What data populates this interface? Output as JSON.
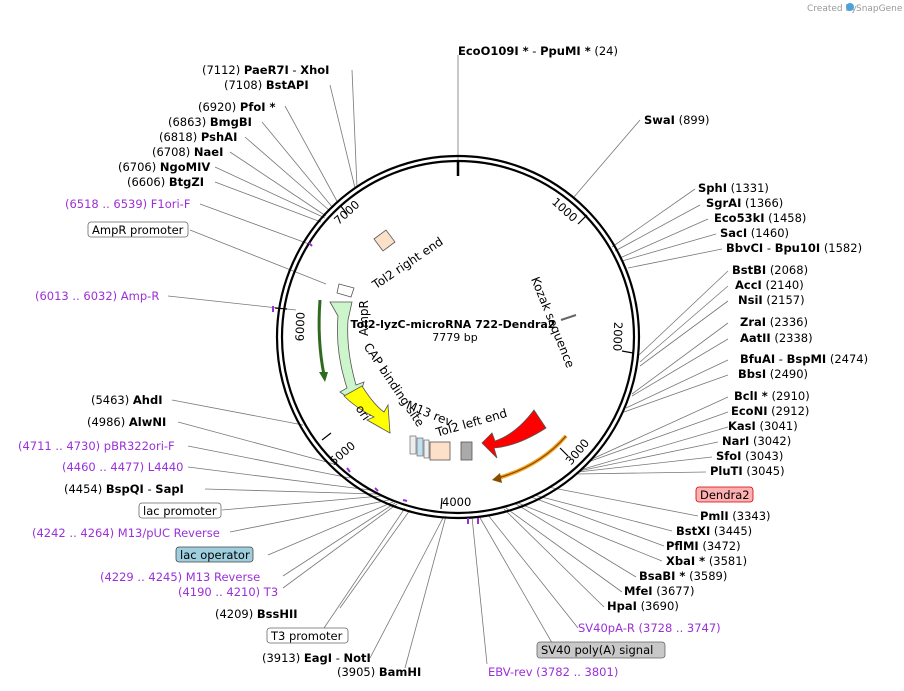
{
  "credit": {
    "prefix": "Created by",
    "brand": "SnapGene"
  },
  "plasmid": {
    "name": "Tol2-lyzC-microRNA 722-Dendra2",
    "length": "7779 bp"
  },
  "ticks": [
    "1000",
    "2000",
    "3000",
    "4000",
    "5000",
    "6000",
    "7000"
  ],
  "features_on_map": {
    "tol2_right": "Tol2 right end",
    "kozak": "Kozak sequence",
    "ampr": "AmpR",
    "cap": "CAP binding site",
    "ori": "ori",
    "m13rev": "M13 rev",
    "tol2_left": "Tol2 left end"
  },
  "labels": [
    {
      "id": "ecoo109i",
      "pre": "",
      "names": [
        "EcoO109I *",
        "PpuMI *"
      ],
      "num": "(24)"
    },
    {
      "id": "swai",
      "names": [
        "SwaI"
      ],
      "num": "(899)"
    },
    {
      "id": "sphi",
      "names": [
        "SphI"
      ],
      "num": "(1331)"
    },
    {
      "id": "sgrai",
      "names": [
        "SgrAI"
      ],
      "num": "(1366)"
    },
    {
      "id": "eco53ki",
      "names": [
        "Eco53kI"
      ],
      "num": "(1458)"
    },
    {
      "id": "saci",
      "names": [
        "SacI"
      ],
      "num": "(1460)"
    },
    {
      "id": "bbvci",
      "names": [
        "BbvCI",
        "Bpu10I"
      ],
      "num": "(1582)"
    },
    {
      "id": "bstbi",
      "names": [
        "BstBI"
      ],
      "num": "(2068)"
    },
    {
      "id": "acci",
      "names": [
        "AccI"
      ],
      "num": "(2140)"
    },
    {
      "id": "nsii",
      "names": [
        "NsiI"
      ],
      "num": "(2157)"
    },
    {
      "id": "zrai",
      "names": [
        "ZraI"
      ],
      "num": "(2336)"
    },
    {
      "id": "aatii",
      "names": [
        "AatII"
      ],
      "num": "(2338)"
    },
    {
      "id": "bfuai",
      "names": [
        "BfuAI",
        "BspMI"
      ],
      "num": "(2474)"
    },
    {
      "id": "bbsi",
      "names": [
        "BbsI"
      ],
      "num": "(2490)"
    },
    {
      "id": "bcli",
      "names": [
        "BclI *"
      ],
      "num": "(2910)"
    },
    {
      "id": "econi",
      "names": [
        "EcoNI"
      ],
      "num": "(2912)"
    },
    {
      "id": "kasi",
      "names": [
        "KasI"
      ],
      "num": "(3041)"
    },
    {
      "id": "nari",
      "names": [
        "NarI"
      ],
      "num": "(3042)"
    },
    {
      "id": "sfoi",
      "names": [
        "SfoI"
      ],
      "num": "(3043)"
    },
    {
      "id": "pluti",
      "names": [
        "PluTI"
      ],
      "num": "(3045)"
    },
    {
      "id": "pmli",
      "names": [
        "PmlI"
      ],
      "num": "(3343)"
    },
    {
      "id": "bstxi",
      "names": [
        "BstXI"
      ],
      "num": "(3445)"
    },
    {
      "id": "pflmi",
      "names": [
        "PflMI"
      ],
      "num": "(3472)"
    },
    {
      "id": "xbai",
      "names": [
        "XbaI *"
      ],
      "num": "(3581)"
    },
    {
      "id": "bsabi",
      "names": [
        "BsaBI *"
      ],
      "num": "(3589)"
    },
    {
      "id": "mfei",
      "names": [
        "MfeI"
      ],
      "num": "(3677)"
    },
    {
      "id": "hpai",
      "names": [
        "HpaI"
      ],
      "num": "(3690)"
    },
    {
      "id": "bamhi",
      "names": [
        "BamHI"
      ],
      "num": "(3905)"
    },
    {
      "id": "eagi",
      "names": [
        "EagI",
        "NotI"
      ],
      "num": "(3913)"
    },
    {
      "id": "bsshii",
      "names": [
        "BssHII"
      ],
      "num": "(4209)"
    },
    {
      "id": "bspqi",
      "names": [
        "BspQI",
        "SapI"
      ],
      "num": "(4454)"
    },
    {
      "id": "alwni",
      "names": [
        "AlwNI"
      ],
      "num": "(4986)"
    },
    {
      "id": "ahdi",
      "names": [
        "AhdI"
      ],
      "num": "(5463)"
    },
    {
      "id": "btgzi",
      "names": [
        "BtgZI"
      ],
      "num": "(6606)"
    },
    {
      "id": "ngomiv",
      "names": [
        "NgoMIV"
      ],
      "num": "(6706)"
    },
    {
      "id": "naei",
      "names": [
        "NaeI"
      ],
      "num": "(6708)"
    },
    {
      "id": "pshai",
      "names": [
        "PshAI"
      ],
      "num": "(6818)"
    },
    {
      "id": "bmgbi",
      "names": [
        "BmgBI"
      ],
      "num": "(6863)"
    },
    {
      "id": "pfoi",
      "names": [
        "PfoI *"
      ],
      "num": "(6920)"
    },
    {
      "id": "bstapi",
      "names": [
        "BstAPI"
      ],
      "num": "(7108)"
    },
    {
      "id": "paer7i",
      "names": [
        "PaeR7I",
        "XhoI"
      ],
      "num": "(7112)"
    }
  ],
  "primers": [
    {
      "id": "f1ori",
      "name": "F1ori-F",
      "range": "(6518 .. 6539)"
    },
    {
      "id": "ampr_primer",
      "name": "Amp-R",
      "range": "(6013 .. 6032)"
    },
    {
      "id": "pbr322",
      "name": "pBR322ori-F",
      "range": "(4711 .. 4730)"
    },
    {
      "id": "l4440",
      "name": "L4440",
      "range": "(4460 .. 4477)"
    },
    {
      "id": "m13puc",
      "name": "M13/pUC Reverse",
      "range": "(4242 .. 4264)"
    },
    {
      "id": "m13reverse",
      "name": "M13 Reverse",
      "range": "(4229 .. 4245)"
    },
    {
      "id": "t3",
      "name": "T3",
      "range": "(4190 .. 4210)"
    },
    {
      "id": "sv40pa",
      "name": "SV40pA-R",
      "range": "(3728 .. 3747)"
    },
    {
      "id": "ebvrev",
      "name": "EBV-rev",
      "range": "(3782 .. 3801)"
    }
  ],
  "boxed_features": {
    "ampr_promoter": "AmpR promoter",
    "lac_promoter": "lac promoter",
    "lac_operator": "lac operator",
    "t3_promoter": "T3 promoter",
    "sv40": "SV40 poly(A) signal",
    "dendra2": "Dendra2"
  }
}
